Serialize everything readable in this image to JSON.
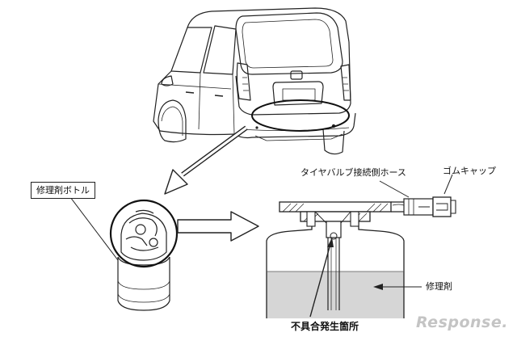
{
  "labels": {
    "repair_bottle": "修理剤ボトル",
    "tire_valve_hose": "タイヤバルブ接続側ホース",
    "rubber_cap": "ゴムキャップ",
    "repair_agent": "修理剤",
    "defect_location": "不具合発生箇所"
  },
  "watermark": "Response.",
  "colors": {
    "line": "#222222",
    "fluid": "#d6d6d6",
    "watermark": "#c4c4c4"
  }
}
